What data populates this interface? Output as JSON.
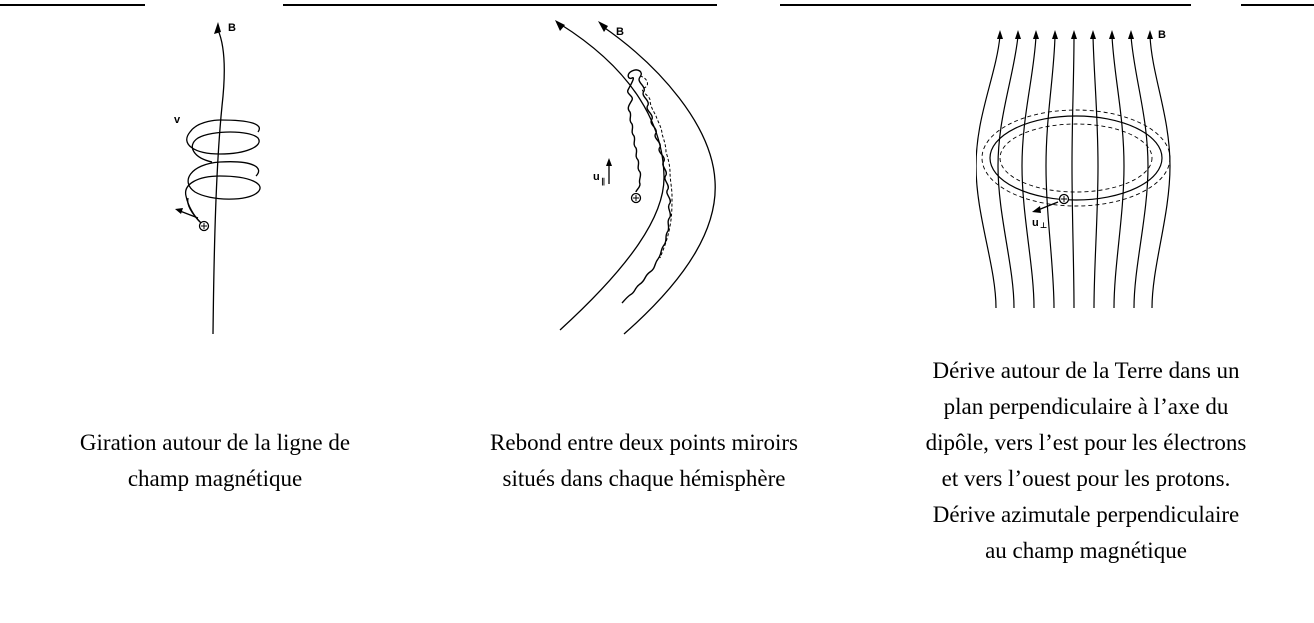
{
  "figures": [
    {
      "id": "gyration",
      "field_label": "B",
      "velocity_label": "v",
      "caption_lines": [
        "Giration autour de la ligne de",
        "champ magnétique"
      ]
    },
    {
      "id": "bounce",
      "field_label": "B",
      "velocity_label": "u",
      "velocity_sub": "∥",
      "caption_lines": [
        "Rebond entre deux points miroirs",
        "situés dans chaque hémisphère"
      ]
    },
    {
      "id": "drift",
      "field_label": "B",
      "velocity_label": "u",
      "velocity_sub": "⊥",
      "caption_lines": [
        "Dérive autour de la Terre dans un",
        "plan perpendiculaire à l’axe du",
        "dipôle, vers l’est pour les électrons",
        "et vers l’ouest pour les protons.",
        "Dérive azimutale perpendiculaire",
        "au champ magnétique"
      ]
    }
  ]
}
